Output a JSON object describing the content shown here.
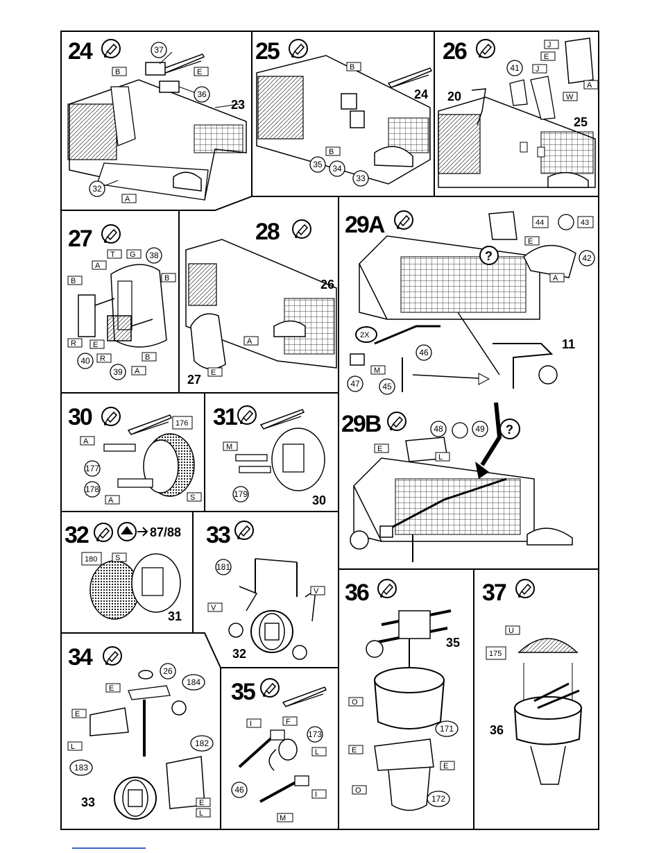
{
  "steps": {
    "s24": {
      "num": "24",
      "parts": [
        "37",
        "36",
        "23",
        "32"
      ],
      "refs": [
        "B",
        "E",
        "A"
      ]
    },
    "s25": {
      "num": "25",
      "parts": [
        "24",
        "35",
        "34",
        "33"
      ],
      "refs": [
        "B",
        "B"
      ]
    },
    "s26": {
      "num": "26",
      "parts": [
        "41",
        "20",
        "25"
      ],
      "refs": [
        "J",
        "E",
        "J",
        "W",
        "A"
      ]
    },
    "s27": {
      "num": "27",
      "parts": [
        "38",
        "40",
        "39"
      ],
      "refs": [
        "T",
        "G",
        "A",
        "B",
        "B",
        "R",
        "E",
        "R",
        "B",
        "A"
      ]
    },
    "s28": {
      "num": "28",
      "parts": [
        "26",
        "27"
      ],
      "refs": [
        "A",
        "E"
      ]
    },
    "s29a": {
      "num": "29A",
      "parts": [
        "44",
        "43",
        "42",
        "11",
        "46",
        "47",
        "45"
      ],
      "refs": [
        "E",
        "A",
        "M"
      ],
      "mult": "2X",
      "query": "?"
    },
    "s29b": {
      "num": "29B",
      "parts": [
        "48",
        "49"
      ],
      "refs": [
        "E",
        "L"
      ],
      "query": "?"
    },
    "s30": {
      "num": "30",
      "parts": [
        "176",
        "177",
        "178"
      ],
      "refs": [
        "A",
        "A",
        "S"
      ]
    },
    "s31": {
      "num": "31",
      "parts": [
        "179",
        "30"
      ],
      "refs": [
        "M"
      ]
    },
    "s32": {
      "num": "32",
      "parts": [
        "180",
        "31"
      ],
      "refs": [
        "S"
      ],
      "paint": "87/88"
    },
    "s33": {
      "num": "33",
      "parts": [
        "181",
        "32"
      ],
      "refs": [
        "V",
        "V"
      ]
    },
    "s34": {
      "num": "34",
      "parts": [
        "26",
        "184",
        "182",
        "183",
        "33"
      ],
      "refs": [
        "E",
        "E",
        "L",
        "E",
        "L"
      ]
    },
    "s35": {
      "num": "35",
      "parts": [
        "173",
        "46"
      ],
      "refs": [
        "I",
        "F",
        "L",
        "I",
        "M"
      ]
    },
    "s36": {
      "num": "36",
      "parts": [
        "35",
        "171",
        "172"
      ],
      "refs": [
        "O",
        "E",
        "E",
        "O"
      ]
    },
    "s37": {
      "num": "37",
      "parts": [
        "175",
        "36"
      ],
      "refs": [
        "U"
      ]
    }
  }
}
